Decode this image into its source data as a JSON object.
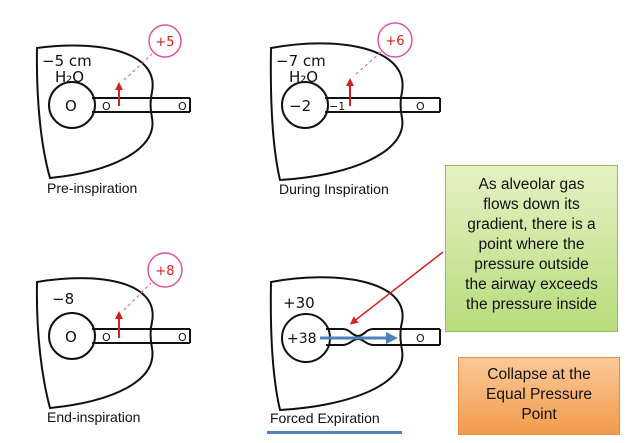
{
  "panels": {
    "pre_inspiration": {
      "caption": "Pre-inspiration",
      "pleural_pressure": "−5 cm",
      "pleural_unit": "H₂O",
      "recoil_pressure": "+5",
      "alveolar_pressure": "O",
      "airway_pressure": "O",
      "mouth_pressure": "O"
    },
    "during_inspiration": {
      "caption": "During Inspiration",
      "pleural_pressure": "−7 cm",
      "pleural_unit": "H₂O",
      "recoil_pressure": "+6",
      "alveolar_pressure": "−2",
      "airway_pressure": "−1",
      "mouth_pressure": "O"
    },
    "end_inspiration": {
      "caption": "End-inspiration",
      "pleural_pressure": "−8",
      "recoil_pressure": "+8",
      "alveolar_pressure": "O",
      "airway_pressure": "O",
      "mouth_pressure": "O"
    },
    "forced_expiration": {
      "caption": "Forced Expiration",
      "pleural_pressure": "+30",
      "alveolar_pressure": "+38",
      "mouth_pressure": "O"
    }
  },
  "callouts": {
    "equal_pressure": {
      "lines": [
        "As alveolar gas",
        "flows down its",
        "gradient, there is a",
        "point where the",
        "pressure outside",
        "the airway exceeds",
        "the pressure inside"
      ]
    },
    "collapse": {
      "lines": [
        "Collapse at the",
        "Equal Pressure",
        "Point"
      ]
    }
  },
  "colors": {
    "recoil_arrow": "#d42020",
    "recoil_circle": "#e0559a",
    "flow_arrow": "#4f81bd",
    "callout_green": "#c9e69a",
    "callout_orange": "#f6b173"
  }
}
